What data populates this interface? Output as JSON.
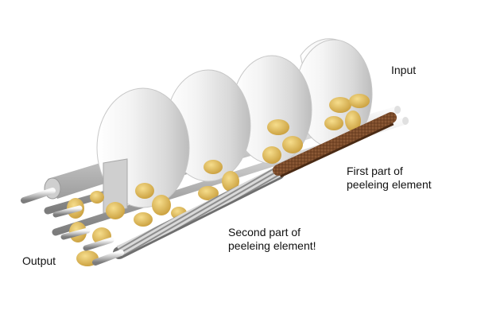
{
  "labels": {
    "input": "Input",
    "first_part_line1": "First part of",
    "first_part_line2": "peeleing element",
    "second_part_line1": "Second part of",
    "second_part_line2": "peeleing element!",
    "output": "Output"
  },
  "colors": {
    "brush_brown": "#7a4a2a",
    "rod_silver": "#c9c9c9",
    "disc_silver": "#e8e8e8",
    "potato": "#e3c15e"
  }
}
